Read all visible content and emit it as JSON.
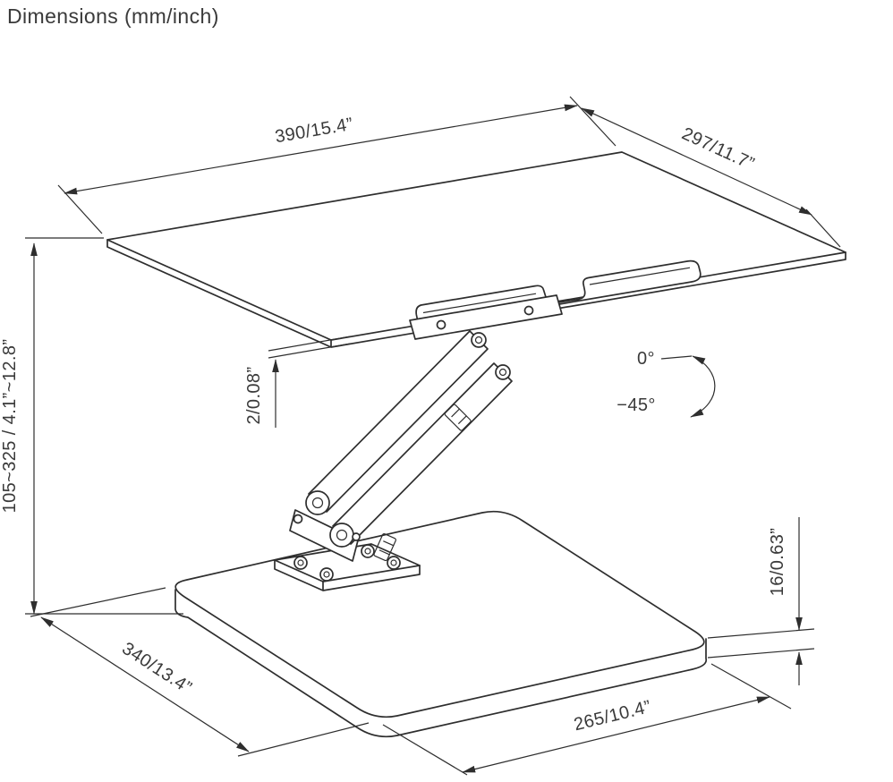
{
  "title": "Dimensions (mm/inch)",
  "labels": {
    "platform_width": "390/15.4”",
    "platform_depth": "297/11.7”",
    "height_range": "105~325 / 4.1”~12.8”",
    "platform_thickness": "2/0.08”",
    "tilt_zero": "0°",
    "tilt_max": "−45°",
    "base_thickness": "16/0.63”",
    "base_depth": "340/13.4”",
    "base_width": "265/10.4”"
  },
  "colors": {
    "line": "#2e2e2e",
    "text": "#3a3a3a",
    "background": "#ffffff"
  }
}
